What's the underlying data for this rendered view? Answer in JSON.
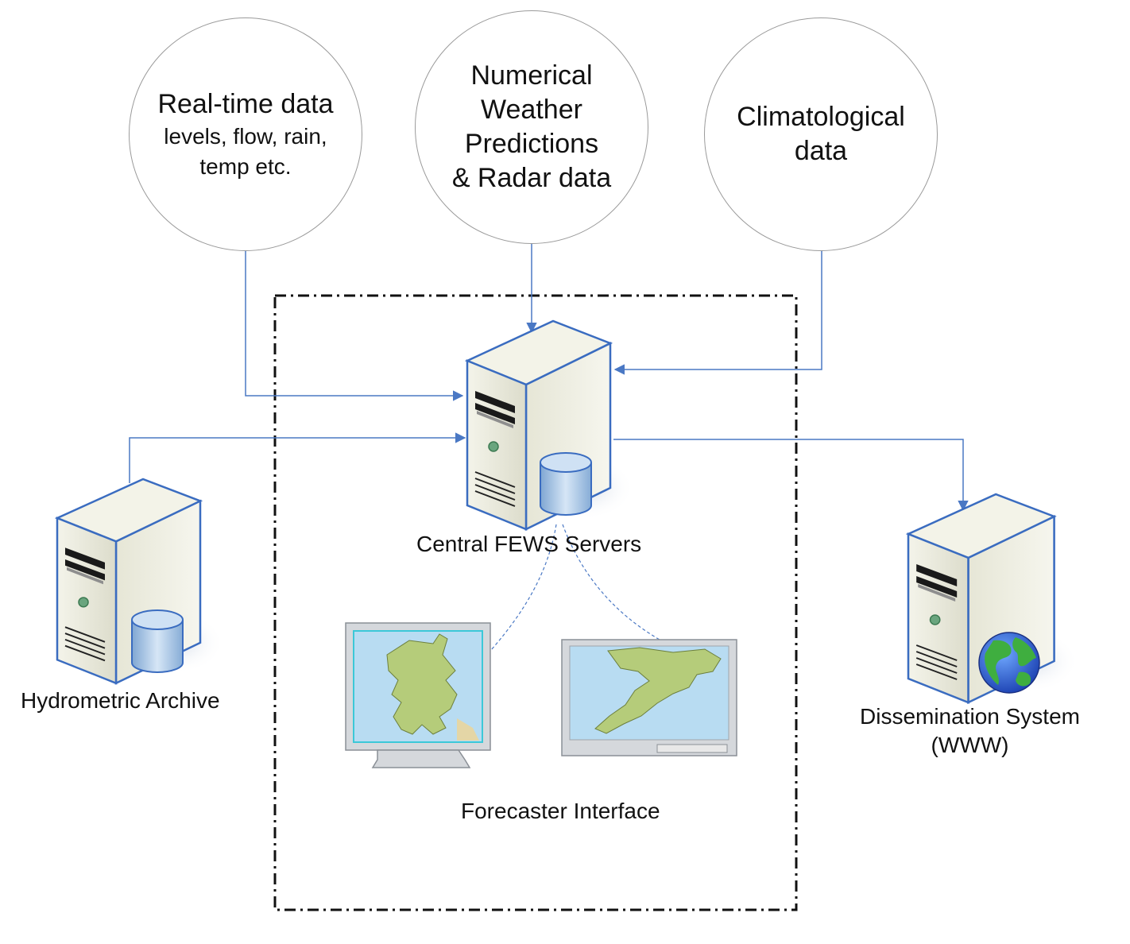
{
  "sources": {
    "realtime": {
      "title": "Real-time data",
      "line1": "levels, flow, rain,",
      "line2": "temp etc."
    },
    "nwp": {
      "line1": "Numerical",
      "line2": "Weather",
      "line3": "Predictions",
      "line4": "& Radar data"
    },
    "climate": {
      "line1": "Climatological",
      "line2": "data"
    }
  },
  "nodes": {
    "central": "Central FEWS Servers",
    "archive": "Hydrometric Archive",
    "dissemination_line1": "Dissemination System",
    "dissemination_line2": "(WWW)",
    "forecaster": "Forecaster Interface"
  },
  "colors": {
    "connector": "#4a78c4",
    "dashed_link": "#4a78c4",
    "boundary": "#111111",
    "server_body": "#e9e9dc",
    "server_outline": "#3a6cc0",
    "database": "#a9c5e4",
    "map_land": "#b5cc7a",
    "map_sea": "#b8dcf2"
  },
  "icons": {
    "server": "server-tower-icon",
    "database": "database-cylinder-icon",
    "globe": "globe-icon",
    "monitor": "monitor-icon"
  }
}
